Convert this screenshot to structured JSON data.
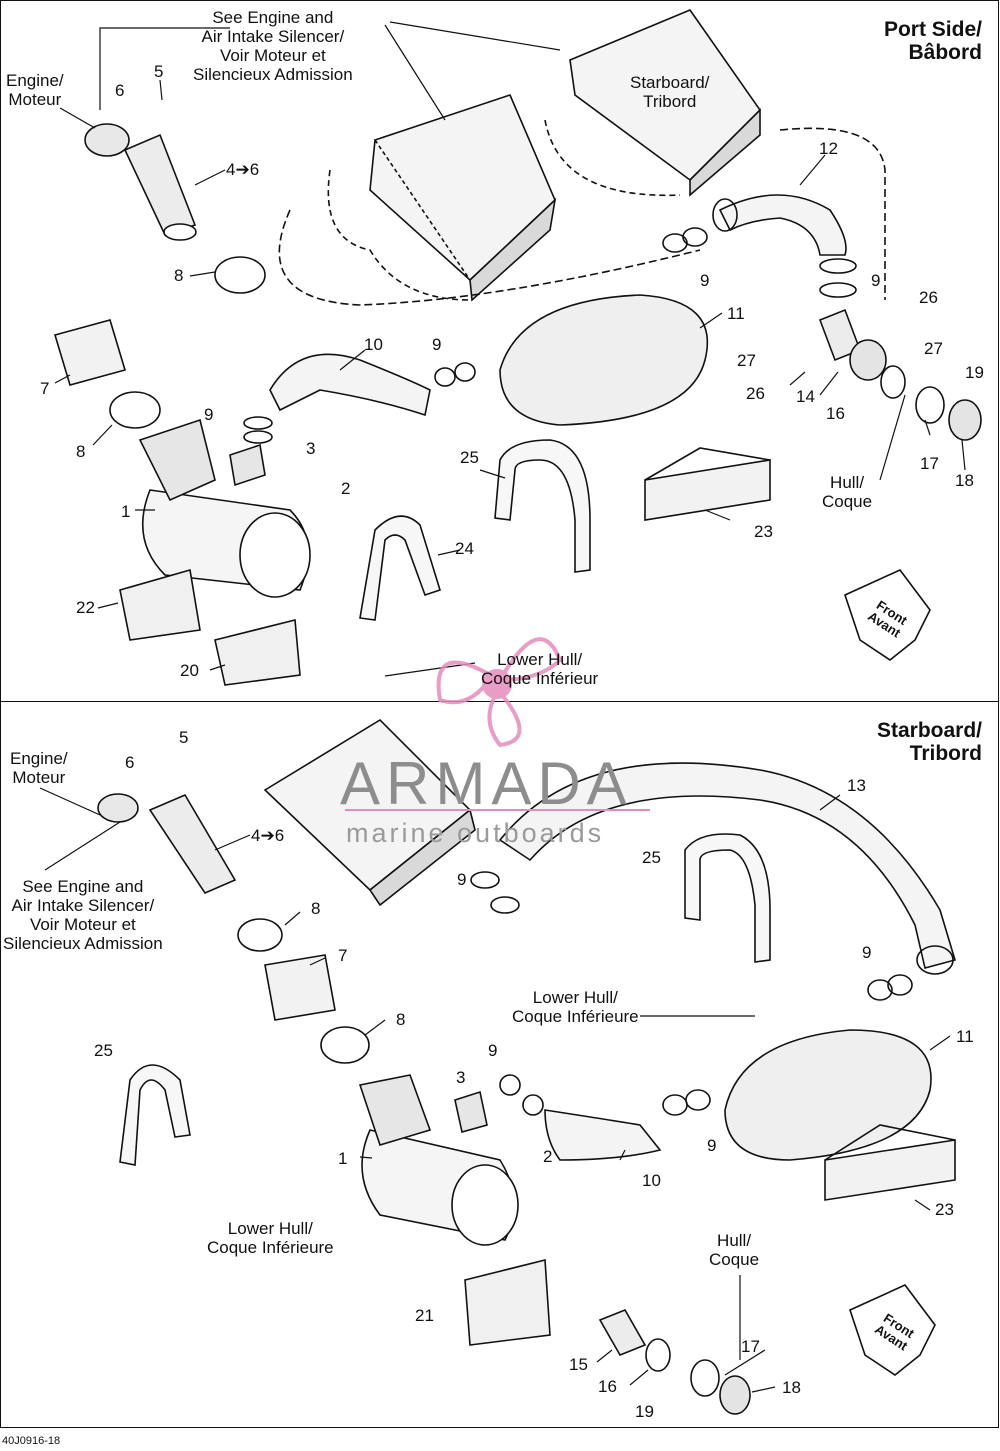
{
  "top_panel": {
    "title": "Port Side/\nBâbord",
    "see_engine_note": "See Engine and\nAir Intake Silencer/\nVoir Moteur et\nSilencieux Admission",
    "engine_label": "Engine/\nMoteur",
    "starboard_label": "Starboard/\nTribord",
    "hull_label": "Hull/\nCoque",
    "lower_hull_label": "Lower Hull/\nCoque Inférieur",
    "front_arrow": "Front\nAvant",
    "callouts": {
      "c1": "1",
      "c2": "2",
      "c3": "3",
      "c4": "4➔6",
      "c5": "5",
      "c6": "6",
      "c7": "7",
      "c8a": "8",
      "c8b": "8",
      "c9a": "9",
      "c9b": "9",
      "c9c": "9",
      "c9d": "9",
      "c10": "10",
      "c11": "11",
      "c12": "12",
      "c14": "14",
      "c16": "16",
      "c17": "17",
      "c18": "18",
      "c19": "19",
      "c20": "20",
      "c22": "22",
      "c23": "23",
      "c24": "24",
      "c25": "25",
      "c26a": "26",
      "c26b": "26",
      "c27a": "27",
      "c27b": "27"
    }
  },
  "bottom_panel": {
    "title": "Starboard/\nTribord",
    "see_engine_note": "See Engine and\nAir Intake Silencer/\nVoir Moteur et\nSilencieux Admission",
    "engine_label": "Engine/\nMoteur",
    "hull_label": "Hull/\nCoque",
    "lower_hull_label_a": "Lower Hull/\nCoque Inférieure",
    "lower_hull_label_b": "Lower Hull/\nCoque Inférieure",
    "front_arrow": "Front\nAvant",
    "callouts": {
      "c1": "1",
      "c2": "2",
      "c3": "3",
      "c4": "4➔6",
      "c5": "5",
      "c6": "6",
      "c7": "7",
      "c8a": "8",
      "c8b": "8",
      "c9a": "9",
      "c9b": "9",
      "c9c": "9",
      "c9d": "9",
      "c10": "10",
      "c11": "11",
      "c13": "13",
      "c15": "15",
      "c16": "16",
      "c17": "17",
      "c18": "18",
      "c19": "19",
      "c21": "21",
      "c23": "23",
      "c25a": "25",
      "c25b": "25"
    }
  },
  "watermark": {
    "brand": "ARMADA",
    "tagline": "marine outboards"
  },
  "figure_id": "40J0916-18",
  "colors": {
    "line": "#111111",
    "watermark_pink": "#e48bbd",
    "watermark_gray": "#8d8d8d"
  }
}
